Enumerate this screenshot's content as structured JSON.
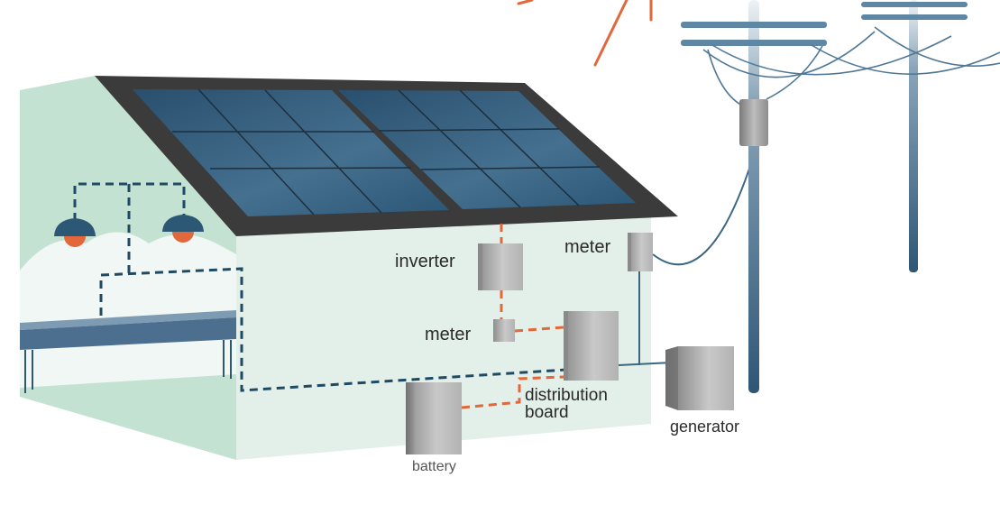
{
  "labels": {
    "inverter": "inverter",
    "meter_house": "meter",
    "meter_outside": "meter",
    "distribution_line1": "distribution",
    "distribution_line2": "board",
    "generator": "generator",
    "battery": "battery"
  },
  "colors": {
    "wall_front": "#e3efe9",
    "wall_side": "#c4e2d2",
    "roof": "#3b3b3b",
    "panel": "#2f5b7c",
    "dc_wire": "#e2673a",
    "ac_wire": "#1f4a64",
    "pole": "#4f7897",
    "shelf": "#4c6f8f",
    "lamp_shade": "#2c5876",
    "lamp_bulb": "#e2673a",
    "device": "#a8a8a8"
  }
}
